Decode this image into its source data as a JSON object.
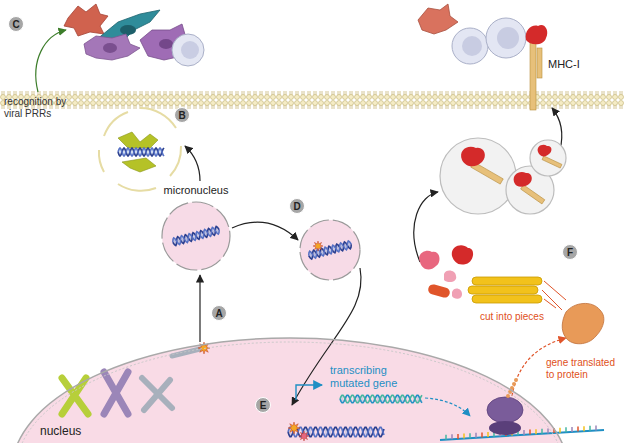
{
  "diagram": {
    "nodes": [
      {
        "text": [
          "nucleus"
        ]
      },
      {
        "text": [
          "micronucleus"
        ]
      }
    ],
    "edges": [
      {
        "from": 0,
        "to": 1,
        "arrow": "to",
        "label": "A"
      }
    ],
    "labels": [
      "B",
      "C",
      "recognition by viral PRRs",
      "MHC-I",
      "D",
      "F",
      "transcribing mutated gene",
      "cut into pieces",
      "gene translated to protein",
      "E"
    ]
  }
}
